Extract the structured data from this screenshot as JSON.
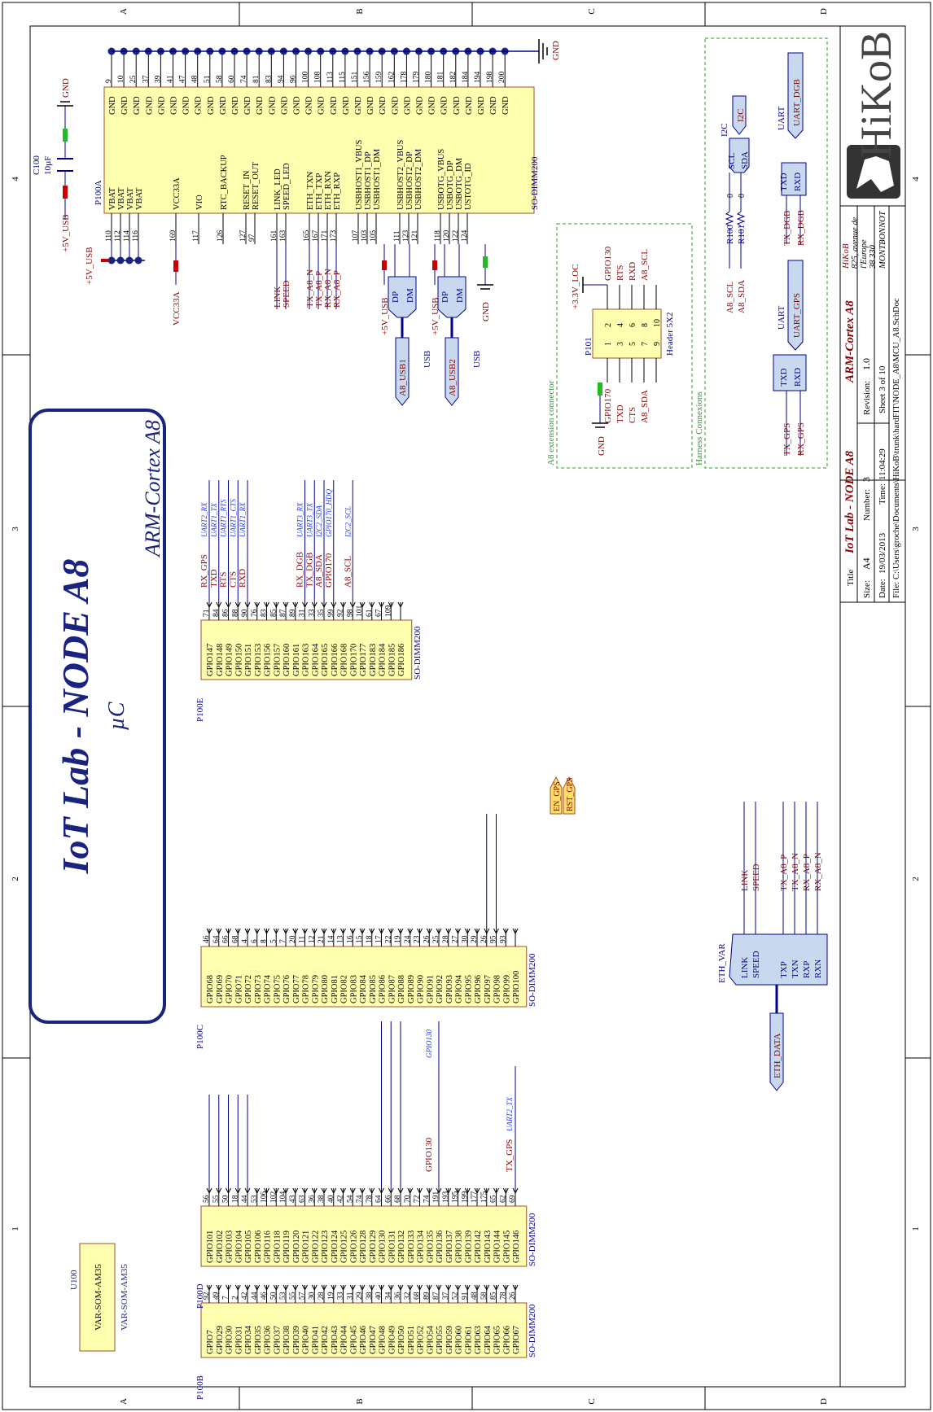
{
  "border": {
    "top_labels": [
      "A",
      "B",
      "C",
      "D"
    ],
    "side_labels": [
      "4",
      "3",
      "2",
      "1"
    ],
    "bottom_labels": [
      "A",
      "B",
      "C",
      "D"
    ],
    "right_labels": [
      "4",
      "3",
      "2",
      "1"
    ]
  },
  "main_title": "IoT Lab - NODE A8",
  "subtitle": "µC",
  "cpu_label": "ARM-Cortex A8",
  "u100": {
    "ref": "U100",
    "value": "VAR-SOM-AM35",
    "inner": "VAR-SOM-AM35"
  },
  "c100": {
    "ref": "C100",
    "value": "10µF",
    "net_left": "+5V_USB",
    "net_right": "GND"
  },
  "gnd": "GND",
  "p100a": {
    "ref": "P100A",
    "footer": "SO-DIMM200",
    "left_pins": [
      {
        "num": "110",
        "name": "VBAT"
      },
      {
        "num": "112",
        "name": "VBAT"
      },
      {
        "num": "114",
        "name": "VBAT"
      },
      {
        "num": "116",
        "name": "VBAT"
      },
      {
        "num": "169",
        "name": "VCC33A"
      },
      {
        "num": "117",
        "name": "VIO"
      },
      {
        "num": "126",
        "name": "RTC_BACKUP"
      },
      {
        "num": "127",
        "name": "RESET_IN"
      },
      {
        "num": "97",
        "name": "RESET_OUT"
      },
      {
        "num": "161",
        "name": "LINK_LED"
      },
      {
        "num": "163",
        "name": "SPEED_LED"
      },
      {
        "num": "165",
        "name": "ETH_TXN"
      },
      {
        "num": "167",
        "name": "ETH_TXP"
      },
      {
        "num": "171",
        "name": "ETH_RXN"
      },
      {
        "num": "173",
        "name": "ETH_RXP"
      },
      {
        "num": "107",
        "name": "USBHOST1_VBUS"
      },
      {
        "num": "103",
        "name": "USBHOST1_DP"
      },
      {
        "num": "105",
        "name": "USBHOST1_DM"
      },
      {
        "num": "111",
        "name": "USBHOST2_VBUS"
      },
      {
        "num": "123",
        "name": "USBHOST2_DP"
      },
      {
        "num": "121",
        "name": "USBHOST2_DM"
      },
      {
        "num": "118",
        "name": "USBOTG_VBUS"
      },
      {
        "num": "120",
        "name": "USBOTG_DP"
      },
      {
        "num": "122",
        "name": "USBOTG_DM"
      },
      {
        "num": "124",
        "name": "USTOTG_ID"
      }
    ],
    "gnd_pins": [
      "9",
      "10",
      "25",
      "37",
      "39",
      "41",
      "47",
      "48",
      "51",
      "58",
      "60",
      "74",
      "81",
      "83",
      "94",
      "96",
      "100",
      "108",
      "113",
      "115",
      "151",
      "156",
      "159",
      "162",
      "178",
      "179",
      "180",
      "181",
      "182",
      "184",
      "194",
      "198",
      "200"
    ]
  },
  "p100a_nets": {
    "vbat_net": "+5V_USB",
    "vcc_net": "VCC33A",
    "link": "LINK",
    "speed": "SPEED",
    "eth": [
      "TX_A8_N",
      "TX_A8_P",
      "RX_A8_N",
      "RX_A8_P"
    ],
    "usb1_vbus": "+5V_USB",
    "usb2_vbus": "+5V_USB",
    "otg_gnd": "GND",
    "dp": "DP",
    "dm": "DM",
    "usb1_port": "A8_USB1",
    "usb2_port": "A8_USB2",
    "usb_tag": "USB"
  },
  "p100e": {
    "ref": "P100E",
    "footer": "SO-DIMM200",
    "pins": [
      {
        "num": "71",
        "name": "GPIO147",
        "net": "RX_GPS",
        "note": "UART2_RX"
      },
      {
        "num": "84",
        "name": "GPIO148",
        "net": "TXD",
        "note": "UART1_TX"
      },
      {
        "num": "86",
        "name": "GPIO149",
        "net": "RTS",
        "note": "UART1_RTS"
      },
      {
        "num": "88",
        "name": "GPIO150",
        "net": "CTS",
        "note": "UART1_CTS"
      },
      {
        "num": "90",
        "name": "GPIO151",
        "net": "RXD",
        "note": "UART1_RX"
      },
      {
        "num": "76",
        "name": "GPIO153",
        "net": "",
        "note": ""
      },
      {
        "num": "83",
        "name": "GPIO156",
        "net": "",
        "note": ""
      },
      {
        "num": "85",
        "name": "GPIO157",
        "net": "",
        "note": ""
      },
      {
        "num": "87",
        "name": "GPIO160",
        "net": "",
        "note": ""
      },
      {
        "num": "89",
        "name": "GPIO161",
        "net": "",
        "note": ""
      },
      {
        "num": "31",
        "name": "GPIO163",
        "net": "RX_DGB",
        "note": "UART3_RX"
      },
      {
        "num": "33",
        "name": "GPIO164",
        "net": "TX_DGB",
        "note": "UART3_TX"
      },
      {
        "num": "35",
        "name": "GPIO165",
        "net": "A8_SDA",
        "note": "I2C2_SDA"
      },
      {
        "num": "99",
        "name": "GPIO166",
        "net": "GPIO170",
        "note": "GPIO170_HDQ"
      },
      {
        "num": "92",
        "name": "GPIO168",
        "net": "",
        "note": ""
      },
      {
        "num": "98",
        "name": "GPIO170",
        "net": "A8_SCL",
        "note": "I2C2_SCL"
      },
      {
        "num": "101",
        "name": "GPIO177",
        "net": "",
        "note": ""
      },
      {
        "num": "61",
        "name": "GPIO183",
        "net": "",
        "note": ""
      },
      {
        "num": "67",
        "name": "GPIO184",
        "net": "",
        "note": ""
      },
      {
        "num": "109",
        "name": "GPIO185",
        "net": "",
        "note": ""
      },
      {
        "num": "",
        "name": "GPIO186",
        "net": "",
        "note": ""
      }
    ]
  },
  "p100c": {
    "ref": "P100C",
    "footer": "SO-DIMM200",
    "pins": [
      {
        "num": "46",
        "name": "GPIO68"
      },
      {
        "num": "64",
        "name": "GPIO69"
      },
      {
        "num": "66",
        "name": "GPIO70"
      },
      {
        "num": "68",
        "name": "GPIO71"
      },
      {
        "num": "4",
        "name": "GPIO72"
      },
      {
        "num": "6",
        "name": "GPIO73"
      },
      {
        "num": "8",
        "name": "GPIO74"
      },
      {
        "num": "5",
        "name": "GPIO75"
      },
      {
        "num": "7",
        "name": "GPIO76"
      },
      {
        "num": "20",
        "name": "GPIO77"
      },
      {
        "num": "11",
        "name": "GPIO78"
      },
      {
        "num": "12",
        "name": "GPIO79"
      },
      {
        "num": "21",
        "name": "GPIO80"
      },
      {
        "num": "14",
        "name": "GPIO81"
      },
      {
        "num": "13",
        "name": "GPIO82"
      },
      {
        "num": "16",
        "name": "GPIO83"
      },
      {
        "num": "15",
        "name": "GPIO84"
      },
      {
        "num": "18",
        "name": "GPIO85"
      },
      {
        "num": "17",
        "name": "GPIO86"
      },
      {
        "num": "22",
        "name": "GPIO87"
      },
      {
        "num": "19",
        "name": "GPIO88"
      },
      {
        "num": "24",
        "name": "GPIO89"
      },
      {
        "num": "23",
        "name": "GPIO90"
      },
      {
        "num": "26",
        "name": "GPIO91"
      },
      {
        "num": "25",
        "name": "GPIO92"
      },
      {
        "num": "28",
        "name": "GPIO93"
      },
      {
        "num": "27",
        "name": "GPIO94"
      },
      {
        "num": "30",
        "name": "GPIO95"
      },
      {
        "num": "29",
        "name": "GPIO96"
      },
      {
        "num": "26",
        "name": "GPIO97"
      },
      {
        "num": "95",
        "name": "GPIO98"
      },
      {
        "num": "93",
        "name": "GPIO99"
      },
      {
        "num": "",
        "name": "GPIO100"
      }
    ],
    "gps_ports": [
      "EN_GPS",
      "RST_GPS"
    ]
  },
  "p100d": {
    "ref": "P100D",
    "footer": "SO-DIMM200",
    "pins": [
      {
        "num": "56",
        "name": "GPIO101"
      },
      {
        "num": "55",
        "name": "GPIO102"
      },
      {
        "num": "50",
        "name": "GPIO103"
      },
      {
        "num": "18",
        "name": "GPIO104"
      },
      {
        "num": "44",
        "name": "GPIO105"
      },
      {
        "num": "53",
        "name": "GPIO106"
      },
      {
        "num": "106",
        "name": "GPIO116"
      },
      {
        "num": "102",
        "name": "GPIO118"
      },
      {
        "num": "104",
        "name": "GPIO119"
      },
      {
        "num": "43",
        "name": "GPIO120"
      },
      {
        "num": "63",
        "name": "GPIO121"
      },
      {
        "num": "36",
        "name": "GPIO122"
      },
      {
        "num": "38",
        "name": "GPIO123"
      },
      {
        "num": "40",
        "name": "GPIO124"
      },
      {
        "num": "42",
        "name": "GPIO125"
      },
      {
        "num": "54",
        "name": "GPIO126"
      },
      {
        "num": "74",
        "name": "GPIO128"
      },
      {
        "num": "78",
        "name": "GPIO129"
      },
      {
        "num": "64",
        "name": "GPIO130"
      },
      {
        "num": "66",
        "name": "GPIO131"
      },
      {
        "num": "68",
        "name": "GPIO132"
      },
      {
        "num": "70",
        "name": "GPIO133"
      },
      {
        "num": "72",
        "name": "GPIO134"
      },
      {
        "num": "74",
        "name": "GPIO135"
      },
      {
        "num": "191",
        "name": "GPIO136"
      },
      {
        "num": "193",
        "name": "GPIO137"
      },
      {
        "num": "195",
        "name": "GPIO138"
      },
      {
        "num": "199",
        "name": "GPIO139"
      },
      {
        "num": "177",
        "name": "GPIO142"
      },
      {
        "num": "175",
        "name": "GPIO143"
      },
      {
        "num": "65",
        "name": "GPIO144"
      },
      {
        "num": "62",
        "name": "GPIO145"
      },
      {
        "num": "69",
        "name": "GPIO146"
      }
    ],
    "gpio130_label": "GPIO130",
    "gpio130_note": "GPIO130",
    "tx_gps": "TX_GPS",
    "tx_gps_note": "UART2_TX"
  },
  "p100b": {
    "ref": "P100B",
    "footer": "SO-DIMM200",
    "pins": [
      {
        "num": "92",
        "name": "GPIO7"
      },
      {
        "num": "49",
        "name": "GPIO29"
      },
      {
        "num": "7",
        "name": "GPIO30"
      },
      {
        "num": "2",
        "name": "GPIO31"
      },
      {
        "num": "42",
        "name": "GPIO34"
      },
      {
        "num": "44",
        "name": "GPIO35"
      },
      {
        "num": "46",
        "name": "GPIO36"
      },
      {
        "num": "50",
        "name": "GPIO37"
      },
      {
        "num": "53",
        "name": "GPIO38"
      },
      {
        "num": "55",
        "name": "GPIO39"
      },
      {
        "num": "57",
        "name": "GPIO40"
      },
      {
        "num": "30",
        "name": "GPIO41"
      },
      {
        "num": "28",
        "name": "GPIO42"
      },
      {
        "num": "19",
        "name": "GPIO43"
      },
      {
        "num": "33",
        "name": "GPIO44"
      },
      {
        "num": "31",
        "name": "GPIO45"
      },
      {
        "num": "29",
        "name": "GPIO46"
      },
      {
        "num": "38",
        "name": "GPIO47"
      },
      {
        "num": "40",
        "name": "GPIO48"
      },
      {
        "num": "34",
        "name": "GPIO49"
      },
      {
        "num": "36",
        "name": "GPIO50"
      },
      {
        "num": "32",
        "name": "GPIO51"
      },
      {
        "num": "68",
        "name": "GPIO52"
      },
      {
        "num": "89",
        "name": "GPIO54"
      },
      {
        "num": "87",
        "name": "GPIO55"
      },
      {
        "num": "37",
        "name": "GPIO59"
      },
      {
        "num": "52",
        "name": "GPIO60"
      },
      {
        "num": "91",
        "name": "GPIO61"
      },
      {
        "num": "48",
        "name": "GPIO63"
      },
      {
        "num": "58",
        "name": "GPIO64"
      },
      {
        "num": "85",
        "name": "GPIO65"
      },
      {
        "num": "78",
        "name": "GPIO66"
      },
      {
        "num": "26",
        "name": "GPIO67"
      }
    ]
  },
  "p101": {
    "ref": "P101",
    "type": "Header 5X2",
    "title": "A8 extension connector",
    "power": "+3.3V_LOC",
    "gnd": "GND",
    "pins_left": [
      {
        "num": "1",
        "net": "GPIO170"
      },
      {
        "num": "3",
        "net": "TXD"
      },
      {
        "num": "5",
        "net": "CTS"
      },
      {
        "num": "7",
        "net": "A8_SDA"
      },
      {
        "num": "9",
        "net": ""
      }
    ],
    "pins_right": [
      {
        "num": "2",
        "net": "GPIO130"
      },
      {
        "num": "4",
        "net": "RTS"
      },
      {
        "num": "6",
        "net": "RXD"
      },
      {
        "num": "8",
        "net": "A8_SCL"
      },
      {
        "num": "10",
        "net": ""
      }
    ]
  },
  "harness": {
    "title": "Harness Connexions",
    "i2c": {
      "bus": "I2C",
      "port": "I2C",
      "scl": "SCL",
      "sda": "SDA",
      "a8_scl": "A8_SCL",
      "a8_sda": "A8_SDA",
      "r100": "R100",
      "r101": "R101",
      "rval": "0"
    },
    "uart_dgb": {
      "bus": "UART",
      "port": "UART_DGB",
      "txd": "TXD",
      "rxd": "RXD",
      "tx": "TX_DGB",
      "rx": "RX_DGB"
    },
    "uart_gps": {
      "bus": "UART",
      "port": "UART_GPS",
      "txd": "TXD",
      "rxd": "RXD",
      "tx": "TX_GPS",
      "rx": "RX_GPS"
    }
  },
  "eth": {
    "title": "ETH_VAR",
    "port": "ETH_DATA",
    "pins": [
      "LINK",
      "SPEED",
      "TXP",
      "TXN",
      "RXP",
      "RXN"
    ],
    "nets": [
      "LINK",
      "SPEED",
      "TX_A8_P",
      "TX_A8_N",
      "RX_A8_P",
      "RX_A8_N"
    ]
  },
  "title_block": {
    "logo": "HiKoB",
    "company": "HiKoB",
    "address1": "825, avenue de",
    "address2": "l'Europe",
    "address3": "38 330",
    "address4": "MONTBONNOT",
    "brand_line": "ARM-Cortex A8",
    "title_label": "Title",
    "title": "IoT Lab - NODE A8",
    "size_label": "Size:",
    "size": "A4",
    "number_label": "Number:",
    "number": "3",
    "revision_label": "Revision:",
    "revision": "1.0",
    "date_label": "Date:",
    "date": "19/03/2013",
    "time_label": "Time:",
    "time": "11:04:29",
    "sheet": "Sheet 3 of 10",
    "file_label": "File:",
    "file": "C:\\Users\\groche\\Documents\\HiKoB\\trunk\\hardFIT\\NODE_A8\\MCU_A8.SchDoc"
  },
  "colors": {
    "part_fill": "#ffffb0",
    "part_stroke": "#a0522d",
    "wire": "#00008b",
    "net": "#8b0000",
    "pin": "#000000",
    "note": "#1f3cff",
    "green": "#2a9d2a",
    "port_fill": "#c8d8ee",
    "gnd_dot": "#1a237e",
    "red_mark": "#cc0000",
    "green_mark": "#22bb22"
  }
}
